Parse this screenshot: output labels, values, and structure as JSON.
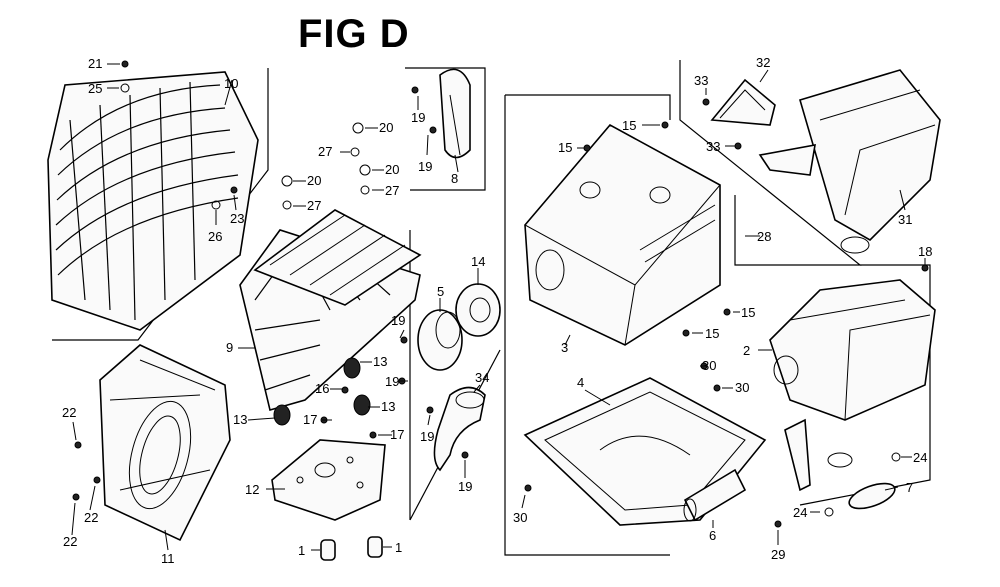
{
  "title": "FIG D",
  "labels": {
    "p1a": "1",
    "p1b": "1",
    "p2": "2",
    "p3": "3",
    "p4": "4",
    "p5": "5",
    "p6": "6",
    "p7": "7",
    "p8": "8",
    "p9": "9",
    "p10": "10",
    "p11": "11",
    "p12": "12",
    "p13a": "13",
    "p13b": "13",
    "p13c": "13",
    "p14": "14",
    "p15a": "15",
    "p15b": "15",
    "p15c": "15",
    "p15d": "15",
    "p16": "16",
    "p17a": "17",
    "p17b": "17",
    "p18": "18",
    "p19a": "19",
    "p19b": "19",
    "p19c": "19",
    "p19d": "19",
    "p19e": "19",
    "p19f": "19",
    "p20a": "20",
    "p20b": "20",
    "p20c": "20",
    "p21": "21",
    "p22a": "22",
    "p22b": "22",
    "p22c": "22",
    "p23": "23",
    "p24a": "24",
    "p24b": "24",
    "p25": "25",
    "p26": "26",
    "p27a": "27",
    "p27b": "27",
    "p27c": "27",
    "p28": "28",
    "p29": "29",
    "p30a": "30",
    "p30b": "30",
    "p30c": "30",
    "p31": "31",
    "p32": "32",
    "p33a": "33",
    "p33b": "33",
    "p34": "34"
  }
}
